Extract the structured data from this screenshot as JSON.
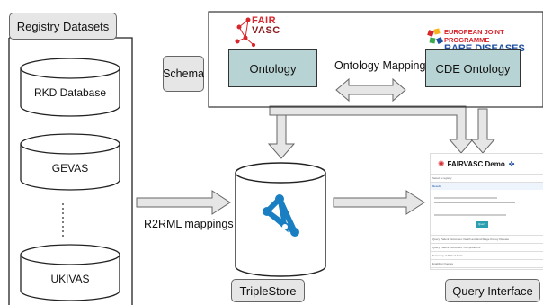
{
  "registry": {
    "title": "Registry Datasets",
    "datasets": [
      "RKD Database",
      "GEVAS",
      "UKIVAS"
    ]
  },
  "schema": {
    "label": "Schema",
    "ontology": "Ontology",
    "mapping": "Ontology Mapping",
    "cde_ontology": "CDE Ontology",
    "fairvasc_logo": {
      "line1": "FAIR",
      "line2": "VASC"
    },
    "erdp_logo": {
      "line1": "EUROPEAN JOINT PROGRAMME",
      "line2": "RARE DISEASES"
    }
  },
  "r2rml_label": "R2RML mappings",
  "triplestore_label": "TripleStore",
  "query_interface": {
    "label": "Query Interface",
    "title": "FAIRVASC Demo",
    "rows": [
      "Select a registry",
      "Results",
      "Query Patient Outcomes: Death and End-Stage Kidney Disease",
      "Query Patient Outcomes: Complications",
      "Summary of Patient Data",
      "Enabling Queries"
    ],
    "button": "Query"
  },
  "colors": {
    "teal": "#b8d3d3",
    "grey": "#e6e6e6",
    "fairvasc_red": "#d7262c",
    "erdp_blue": "#1e4fa0",
    "triple_blue": "#1a7fc2"
  }
}
